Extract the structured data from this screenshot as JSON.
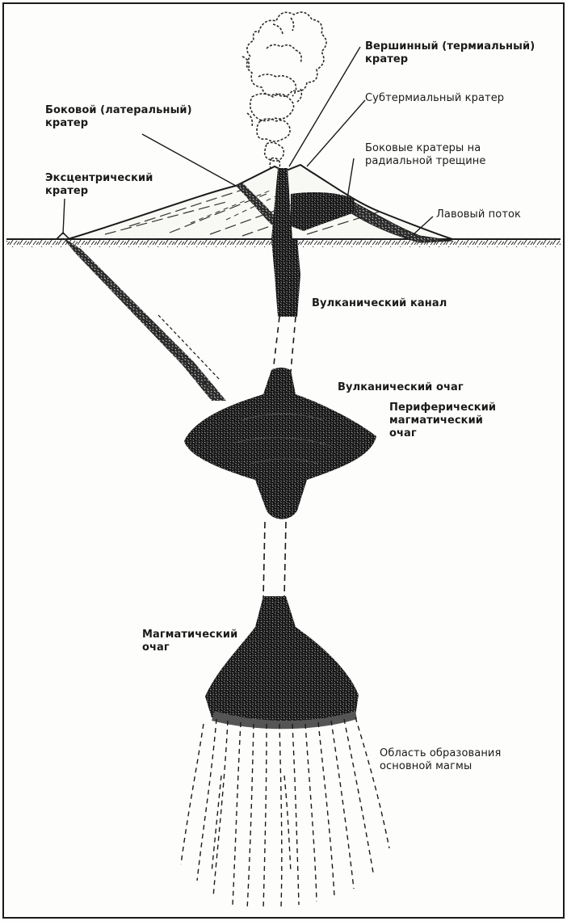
{
  "labels": {
    "summit_crater": [
      "Вершинный (термиальный)",
      "кратер"
    ],
    "subterminal_crater": "Субтермиальный кратер",
    "lateral_crater": [
      "Боковой (латеральный)",
      "кратер"
    ],
    "radial_fissure_craters": [
      "Боковые кратеры на",
      "радиальной трещине"
    ],
    "eccentric_crater": [
      "Эксцентрический",
      "кратер"
    ],
    "lava_flow": "Лавовый поток",
    "volcanic_conduit": "Вулканический канал",
    "volcanic_focus": "Вулканический очаг",
    "peripheral_chamber": [
      "Периферический",
      "магматический",
      "очаг"
    ],
    "magma_chamber": [
      "Магматический",
      "очаг"
    ],
    "basic_magma_zone": [
      "Область образования",
      "основной магмы"
    ]
  },
  "colors": {
    "ink": "#1a1a1a",
    "paper": "#fdfdfb",
    "magma": "#222222"
  }
}
